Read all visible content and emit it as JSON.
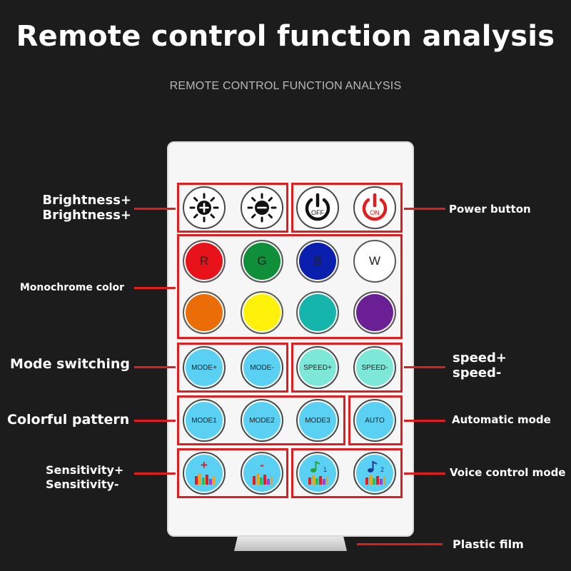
{
  "title": "Remote control function analysis",
  "subtitle": "REMOTE CONTROL FUNCTION ANALYSIS",
  "labels": {
    "brightness_up": "Brightness+",
    "brightness_down": "Brightness+",
    "power": "Power button",
    "monochrome": "Monochrome color",
    "mode_switching": "Mode switching",
    "speed_up": "speed+",
    "speed_down": "speed-",
    "colorful": "Colorful pattern",
    "automatic": "Automatic mode",
    "sensitivity_up": "Sensitivity+",
    "sensitivity_down": "Sensitivity-",
    "voice": "Voice control mode",
    "film": "Plastic film"
  },
  "buttons": {
    "off": "OFF",
    "on": "ON",
    "r": "R",
    "g": "G",
    "b": "B",
    "w": "W",
    "mode_plus": "MODE+",
    "mode_minus": "MODE-",
    "speed_plus": "SPEED+",
    "speed_minus": "SPEED-",
    "mode1": "MODE1",
    "mode2": "MODE2",
    "mode3": "MODE3",
    "auto": "AUTO",
    "plus": "+",
    "minus": "-",
    "note1": "1",
    "note2": "2"
  },
  "colors": {
    "red": "#e8131a",
    "green": "#0f8f3a",
    "blue": "#0a1fae",
    "white": "#ffffff",
    "orange": "#ea6d08",
    "yellow": "#fff20a",
    "teal": "#16b5ab",
    "purple": "#6a1f95",
    "accent": "#e31d1d"
  }
}
